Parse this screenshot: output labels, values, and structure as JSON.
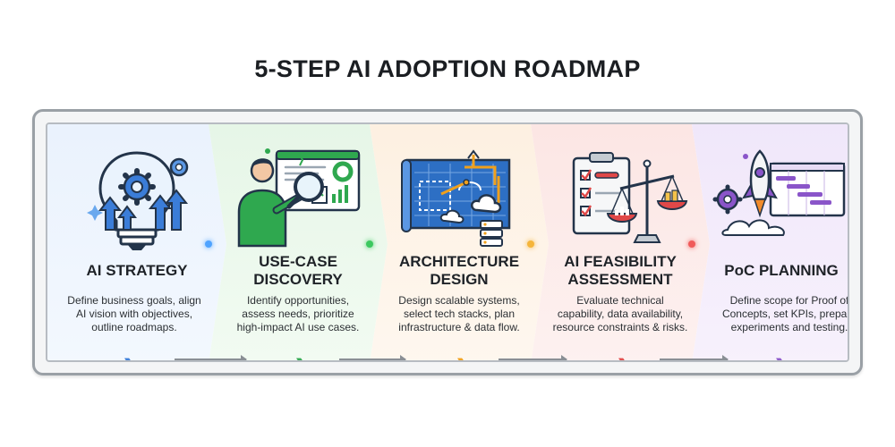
{
  "title": "5-STEP AI ADOPTION ROADMAP",
  "colors": {
    "step1": "#3b7dd8",
    "step2": "#2fa84f",
    "step3": "#f0a01c",
    "step4": "#e04848",
    "step5": "#8a55c9"
  },
  "steps": [
    {
      "title_lines": [
        "AI STRATEGY"
      ],
      "description_lines": [
        "Define business goals, align",
        "AI vision with objectives,",
        "outline roadmaps."
      ],
      "chevrons": "›››",
      "icon": "lightbulb-gear-icon"
    },
    {
      "title_lines": [
        "USE-CASE",
        "DISCOVERY"
      ],
      "description_lines": [
        "Identify opportunities,",
        "assess needs, prioritize",
        "high-impact AI use cases."
      ],
      "chevrons": "›››",
      "icon": "magnifier-dashboard-icon"
    },
    {
      "title_lines": [
        "ARCHITECTURE",
        "DESIGN"
      ],
      "description_lines": [
        "Design scalable systems,",
        "select tech stacks, plan",
        "infrastructure & data flow."
      ],
      "chevrons": "›››",
      "icon": "blueprint-cloud-icon"
    },
    {
      "title_lines": [
        "AI FEASIBILITY",
        "ASSESSMENT"
      ],
      "description_lines": [
        "Evaluate technical",
        "capability, data availability,",
        "resource constraints & risks."
      ],
      "chevrons": "›››",
      "icon": "checklist-scale-icon"
    },
    {
      "title_lines": [
        "PoC PLANNING"
      ],
      "description_lines": [
        "Define scope for Proof of",
        "Concepts, set KPIs, prepare",
        "experiments and testing."
      ],
      "chevrons": "›››",
      "icon": "rocket-gantt-icon"
    }
  ]
}
